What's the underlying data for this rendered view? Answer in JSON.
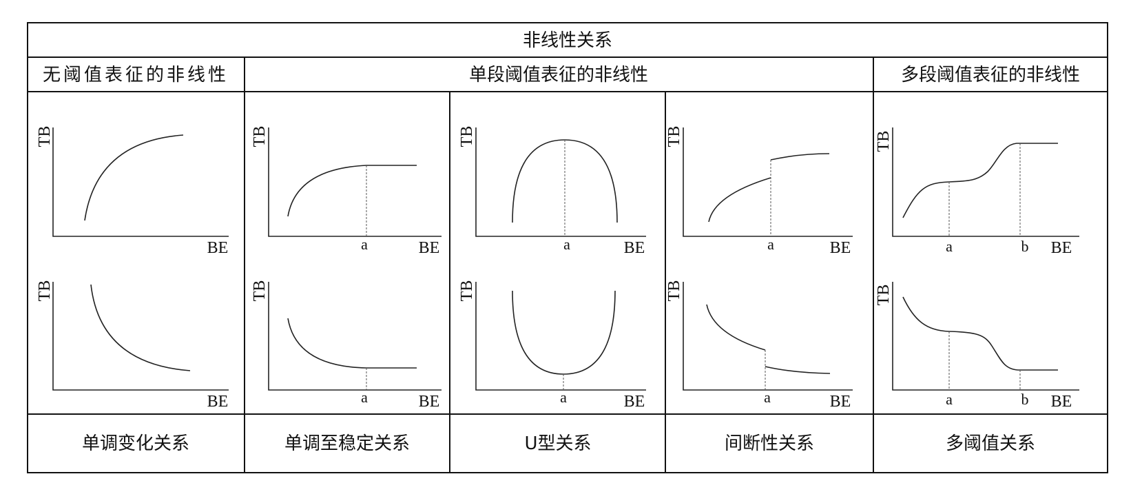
{
  "table": {
    "title": "非线性关系",
    "groups": [
      {
        "label": "无阈值表征的非线性"
      },
      {
        "label": "单段阈值表征的非线性"
      },
      {
        "label": "多段阈值表征的非线性"
      }
    ],
    "relations": [
      {
        "label": "单调变化关系"
      },
      {
        "label": "单调至稳定关系"
      },
      {
        "label": "U型关系"
      },
      {
        "label": "间断性关系"
      },
      {
        "label": "多阈值关系"
      }
    ]
  },
  "axes": {
    "y_label": "TB",
    "x_label": "BE",
    "threshold_a": "a",
    "threshold_b": "b"
  },
  "plots": [
    {
      "id": "monotonic-increasing",
      "thresholds": []
    },
    {
      "id": "monotonic-decreasing",
      "thresholds": []
    },
    {
      "id": "monotonic-to-stable-increasing",
      "thresholds": [
        "a"
      ]
    },
    {
      "id": "monotonic-to-stable-decreasing",
      "thresholds": [
        "a"
      ]
    },
    {
      "id": "inverted-u",
      "thresholds": [
        "a"
      ]
    },
    {
      "id": "u-shape",
      "thresholds": [
        "a"
      ]
    },
    {
      "id": "discontinuous-increasing",
      "thresholds": [
        "a"
      ]
    },
    {
      "id": "discontinuous-decreasing",
      "thresholds": [
        "a"
      ]
    },
    {
      "id": "multi-threshold-increasing",
      "thresholds": [
        "a",
        "b"
      ]
    },
    {
      "id": "multi-threshold-decreasing",
      "thresholds": [
        "a",
        "b"
      ]
    }
  ]
}
